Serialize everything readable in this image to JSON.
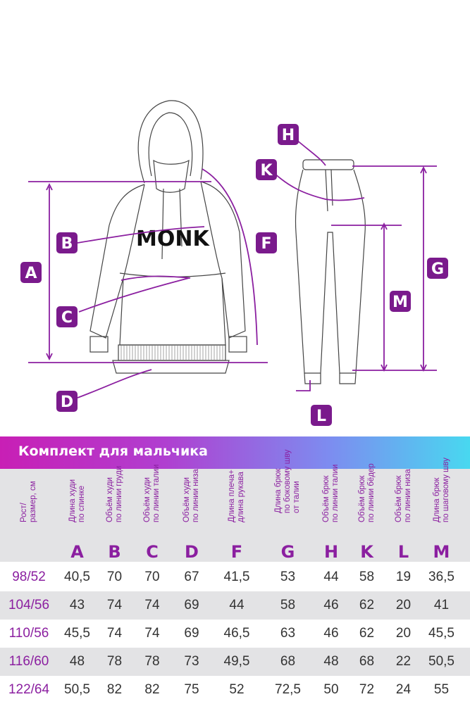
{
  "diagram": {
    "logo_text": "MONK",
    "labels": [
      "A",
      "B",
      "C",
      "D",
      "F",
      "G",
      "H",
      "K",
      "M",
      "L"
    ]
  },
  "banner": {
    "title": "Комплект для мальчика"
  },
  "columns": [
    {
      "key": "size",
      "text": "Рост/\nразмер, см",
      "letter": ""
    },
    {
      "key": "A",
      "text": "Длина худи\nпо спинке",
      "letter": "A"
    },
    {
      "key": "B",
      "text": "Объём худи\nпо линии груди",
      "letter": "B"
    },
    {
      "key": "C",
      "text": "Объём худи\nпо линии талии",
      "letter": "C"
    },
    {
      "key": "D",
      "text": "Объём худи\nпо линии низа",
      "letter": "D"
    },
    {
      "key": "F",
      "text": "Длина плеча+\nдлина рукава",
      "letter": "F"
    },
    {
      "key": "G",
      "text": "Длина брюк\nпо боковому шву\nот талии",
      "letter": "G"
    },
    {
      "key": "H",
      "text": "Объём брюк\nпо линии талии",
      "letter": "H"
    },
    {
      "key": "K",
      "text": "Объём брюк\nпо линии бёдер",
      "letter": "K"
    },
    {
      "key": "L",
      "text": "Объём брюк\nпо линии низа",
      "letter": "L"
    },
    {
      "key": "M",
      "text": "Длина брюк\nпо шаговому шву",
      "letter": "M"
    }
  ],
  "rows": [
    [
      "98/52",
      "40,5",
      "70",
      "70",
      "67",
      "41,5",
      "53",
      "44",
      "58",
      "19",
      "36,5"
    ],
    [
      "104/56",
      "43",
      "74",
      "74",
      "69",
      "44",
      "58",
      "46",
      "62",
      "20",
      "41"
    ],
    [
      "110/56",
      "45,5",
      "74",
      "74",
      "69",
      "46,5",
      "63",
      "46",
      "62",
      "20",
      "45,5"
    ],
    [
      "116/60",
      "48",
      "78",
      "78",
      "73",
      "49,5",
      "68",
      "48",
      "68",
      "22",
      "50,5"
    ],
    [
      "122/64",
      "50,5",
      "82",
      "82",
      "75",
      "52",
      "72,5",
      "50",
      "72",
      "24",
      "55"
    ]
  ],
  "colors": {
    "accent": "#8b1fa0",
    "badge": "#7a1a8c",
    "row_alt": "#e3e3e5"
  }
}
